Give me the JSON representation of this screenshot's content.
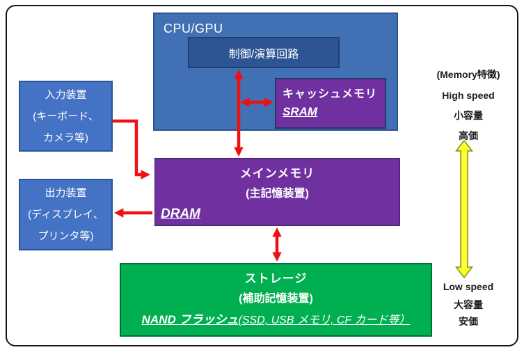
{
  "diagram": {
    "cpu": {
      "title": "CPU/GPU",
      "control_unit": "制御/演算回路",
      "cache": {
        "line1": "キャッシュメモリ",
        "line2": "SRAM"
      }
    },
    "input_device": {
      "line1": "入力装置",
      "line2": "(キーボード、",
      "line3": "カメラ等)"
    },
    "output_device": {
      "line1": "出力装置",
      "line2": "(ディスプレイ、",
      "line3": "プリンタ等)"
    },
    "main_memory": {
      "line1": "メインメモリ",
      "line2": "(主記憶装置)",
      "label": "DRAM"
    },
    "storage": {
      "line1": "ストレージ",
      "line2": "(補助記憶装置)",
      "label_bold": "NAND フラッシュ",
      "label_rest": "(SSD, USB メモリ, CF カード等）"
    },
    "memory_traits": {
      "title": "(Memory特徴)",
      "high": [
        "High speed",
        "小容量",
        "高価"
      ],
      "low": [
        "Low speed",
        "大容量",
        "安価"
      ]
    },
    "colors": {
      "box_blue": "#4472c4",
      "box_blue_border": "#2e5593",
      "cpu_blue": "#4170b5",
      "control_blue": "#2e5593",
      "purple": "#7030a0",
      "green": "#00b050",
      "arrow_red": "#ee1111",
      "arrow_yellow": "#ffff2e",
      "text_white": "#ffffff",
      "text_black": "#1a1a1a"
    }
  }
}
